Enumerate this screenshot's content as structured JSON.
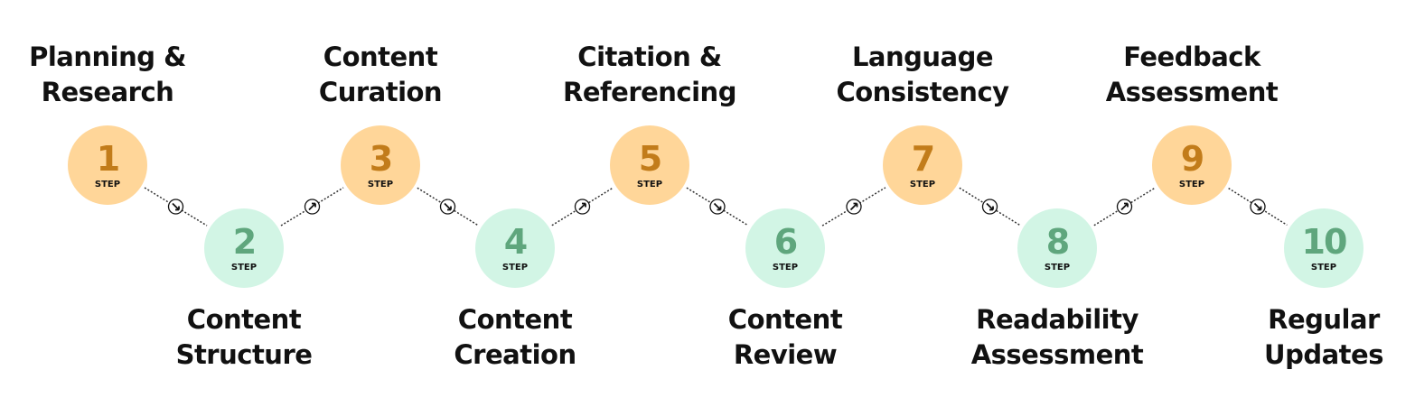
{
  "colors": {
    "odd_fill": "#FFD699",
    "odd_text": "#C27C1A",
    "even_fill": "#D2F5E5",
    "even_text": "#5FA67D"
  },
  "step_word": "STEP",
  "steps": [
    {
      "number": "1",
      "title": [
        "Planning &",
        "Research"
      ]
    },
    {
      "number": "2",
      "title": [
        "Content",
        "Structure"
      ]
    },
    {
      "number": "3",
      "title": [
        "Content",
        "Curation"
      ]
    },
    {
      "number": "4",
      "title": [
        "Content",
        "Creation"
      ]
    },
    {
      "number": "5",
      "title": [
        "Citation &",
        "Referencing"
      ]
    },
    {
      "number": "6",
      "title": [
        "Content",
        "Review"
      ]
    },
    {
      "number": "7",
      "title": [
        "Language",
        "Consistency"
      ]
    },
    {
      "number": "8",
      "title": [
        "Readability",
        "Assessment"
      ]
    },
    {
      "number": "9",
      "title": [
        "Feedback",
        "Assessment"
      ]
    },
    {
      "number": "10",
      "title": [
        "Regular",
        "Updates"
      ]
    }
  ]
}
